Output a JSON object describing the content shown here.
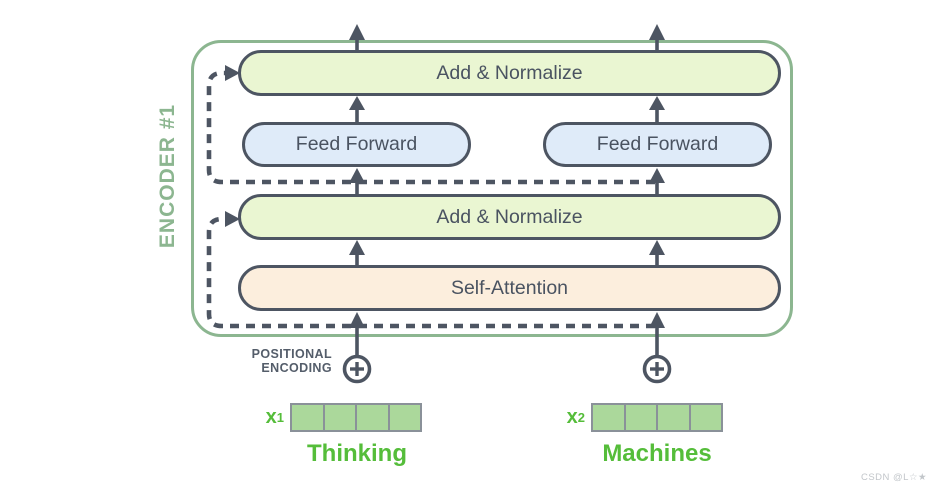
{
  "diagram": {
    "encoder_label": "ENCODER #1",
    "boxes": {
      "add_normalize_top": "Add & Normalize",
      "feed_forward_left": "Feed Forward",
      "feed_forward_right": "Feed Forward",
      "add_normalize_mid": "Add & Normalize",
      "self_attention": "Self-Attention"
    },
    "positional_encoding": {
      "line1": "POSITIONAL",
      "line2": "ENCODING"
    },
    "inputs": [
      {
        "symbol": "x",
        "subscript": "1",
        "word": "Thinking",
        "vector_cells": 4
      },
      {
        "symbol": "x",
        "subscript": "2",
        "word": "Machines",
        "vector_cells": 4
      }
    ],
    "watermark": "CSDN @L☆★",
    "colors": {
      "encoder_green": "#8cb690",
      "add_normalize_fill": "#eaf6d2",
      "feed_forward_fill": "#dfebf9",
      "self_attention_fill": "#fceedd",
      "outline_dark": "#4d5562",
      "vector_fill": "#abd89b",
      "vector_border": "#8a9199",
      "input_green": "#55bd3a"
    }
  }
}
